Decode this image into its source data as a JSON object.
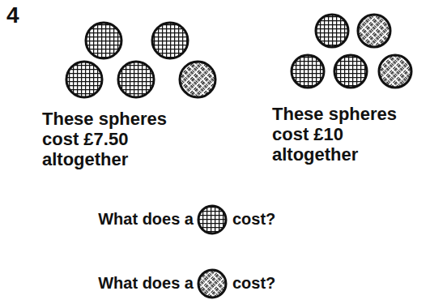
{
  "diagram": {
    "labels": [
      "4",
      "These spheres cost £7.50 altogether",
      "These spheres cost £10 altogether",
      "What does a",
      "cost?",
      "What does a",
      "cost?"
    ]
  }
}
